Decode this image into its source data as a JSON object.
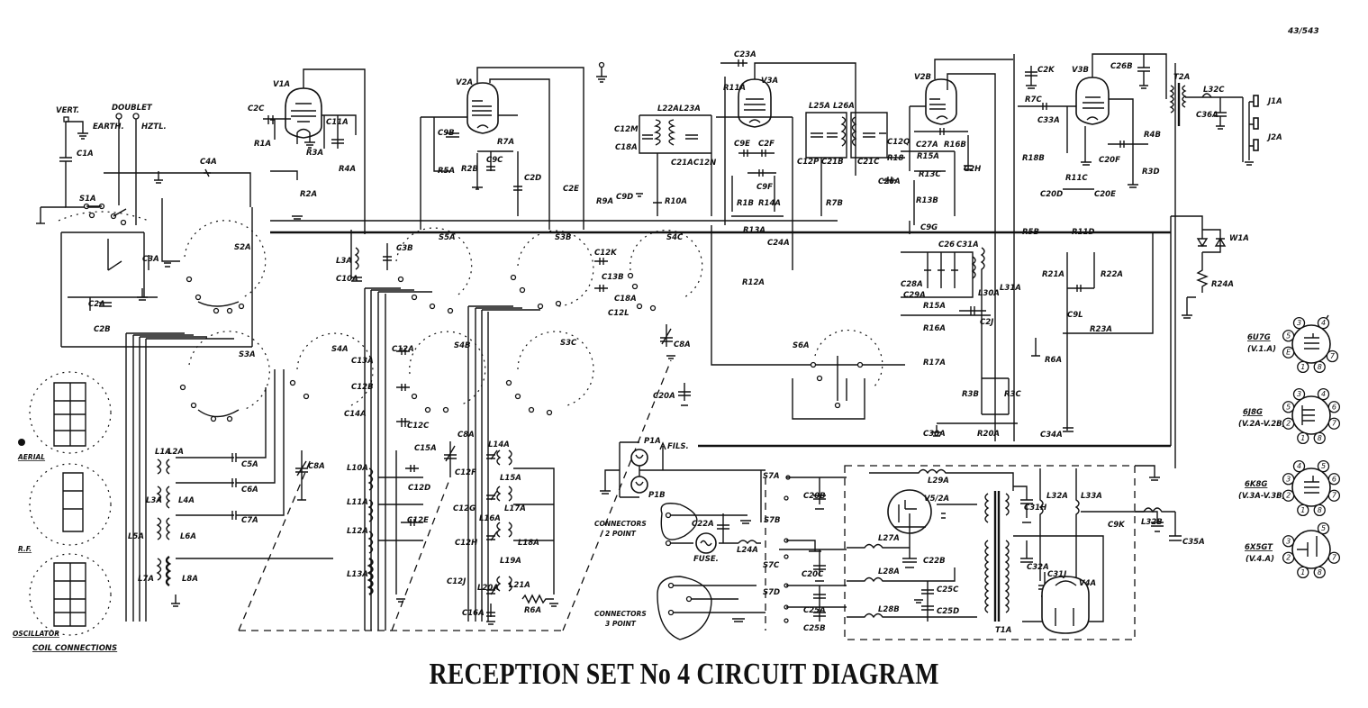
{
  "title": "RECEPTION SET No 4 CIRCUIT DIAGRAM",
  "document_number": "43/543",
  "antenna": {
    "inputs": [
      "VERT.",
      "DOUBLET",
      "EARTH.",
      "HZTL."
    ]
  },
  "valves": [
    {
      "ref": "V1A"
    },
    {
      "ref": "V2A"
    },
    {
      "ref": "V3A"
    },
    {
      "ref": "V2B"
    },
    {
      "ref": "V3B"
    },
    {
      "ref": "V4A"
    },
    {
      "ref": "V5/2A"
    }
  ],
  "switches": [
    "S1A",
    "S2A",
    "S3A",
    "S5A",
    "S3B",
    "S4C",
    "S4A",
    "S4B",
    "S3C",
    "S6A",
    "S7A",
    "S7B",
    "S7C",
    "S7D"
  ],
  "component_labels": {
    "front_end": [
      "C1A",
      "C2C",
      "R1A",
      "C4A",
      "C3A",
      "C2A",
      "C2B",
      "R3A",
      "C11A",
      "R4A",
      "R2A"
    ],
    "rf_stage": [
      "C9B",
      "R5A",
      "R2B",
      "R7A",
      "C9C",
      "C2D",
      "L3A",
      "C10A",
      "C3B"
    ],
    "if_stage": [
      "C2E",
      "R9A",
      "C9D",
      "R10A",
      "C12M",
      "C18A",
      "L22A",
      "L23A",
      "C21A",
      "C12N",
      "R11A",
      "C23A"
    ],
    "v3a_stage": [
      "C9E",
      "C2F",
      "C9F",
      "R1B",
      "R14A",
      "R13A",
      "C12P",
      "C21B",
      "L25A",
      "L26A",
      "C21C",
      "C12Q",
      "R7B",
      "C24A",
      "R12A"
    ],
    "v2b_stage": [
      "C27A",
      "R18",
      "R16B",
      "R15A",
      "R13C",
      "R13B",
      "C26A",
      "C9G",
      "C2H"
    ],
    "audio_stage": [
      "C2K",
      "R7C",
      "C33A",
      "C26B",
      "R18B",
      "R11C",
      "C20F",
      "R4B",
      "R3D",
      "C20D",
      "C20E",
      "R11D",
      "R5B"
    ],
    "output": [
      "T2A",
      "L32C",
      "C36A",
      "J1A",
      "J2A"
    ],
    "bfo_agc": [
      "C26",
      "C31A",
      "C28A",
      "C29A",
      "L30A",
      "L31A",
      "C2J",
      "R15A",
      "R16A",
      "R17A",
      "R3B",
      "R3C",
      "C30A",
      "R20A",
      "C34A",
      "R6A",
      "R21A",
      "R22A",
      "C9L",
      "R23A",
      "W1A",
      "R24A"
    ],
    "coil_block": [
      "L1A",
      "L2A",
      "C5A",
      "L3A",
      "L4A",
      "C6A",
      "L5A",
      "L6A",
      "C7A",
      "L7A",
      "L8A",
      "C8A"
    ],
    "rf_coils": [
      "C13A",
      "C12A",
      "C12B",
      "C14A",
      "C12C",
      "C15A",
      "L10A",
      "C12D",
      "L11A",
      "L12A",
      "C12E",
      "L13A",
      "C8A"
    ],
    "osc_coils": [
      "C12K",
      "C13B",
      "C18A",
      "C12L",
      "C8A",
      "C20A",
      "L14A",
      "C12F",
      "L15A",
      "C12G",
      "L17A",
      "L16A",
      "C12H",
      "L18A",
      "L19A",
      "C12J",
      "L20A",
      "L21A",
      "C16A",
      "R6A"
    ],
    "power_supply": [
      "P1A",
      "P1B",
      "FILS.",
      "C22A",
      "FUSE.",
      "L24A",
      "C20B",
      "C20C",
      "C25A",
      "C25B",
      "L27A",
      "C22B",
      "L28A",
      "L28B",
      "C25C",
      "C25D",
      "L29A",
      "C31H",
      "C31J",
      "C32A",
      "L32A",
      "L33A",
      "C9K",
      "L32B",
      "C35A",
      "T1A"
    ]
  },
  "connectors": [
    {
      "label": "CONNECTORS\n2 POINT",
      "line1": "CONNECTORS",
      "line2": "2 POINT"
    },
    {
      "label": "CONNECTORS\n3 POINT",
      "line1": "CONNECTORS",
      "line2": "3 POINT"
    }
  ],
  "coil_connections": {
    "title": "COIL CONNECTIONS",
    "groups": [
      {
        "name": "AERIAL",
        "coils": [
          "L1A",
          "L2A",
          "L3A",
          "L4A",
          "L5A",
          "L6A",
          "L7A",
          "L8A"
        ]
      },
      {
        "name": "R.F.",
        "coils": [
          "L10A",
          "L11A",
          "L12A",
          "L13A",
          "C12B",
          "C12C",
          "C12E"
        ]
      },
      {
        "name": "OSCILLATOR",
        "coils": [
          "L14A",
          "L15A",
          "L16A",
          "L17A",
          "L18A",
          "L19A",
          "L20A",
          "L21A",
          "C12K",
          "C12G",
          "C12J"
        ]
      }
    ]
  },
  "base_diagrams": [
    {
      "type": "6U7G",
      "ref": "(V.1.A)",
      "pins": [
        "3",
        "4",
        "5",
        "E",
        "1",
        "8",
        "7"
      ]
    },
    {
      "type": "6J8G",
      "ref": "(V.2A-V.2B)",
      "pins": [
        "3",
        "4",
        "5",
        "6",
        "7",
        "8",
        "1",
        "2"
      ]
    },
    {
      "type": "6K8G",
      "ref": "(V.3A-V.3B)",
      "pins": [
        "3",
        "4",
        "5",
        "6",
        "7",
        "8",
        "1",
        "2"
      ]
    },
    {
      "type": "6X5GT",
      "ref": "(V.4.A)",
      "pins": [
        "3",
        "5",
        "7",
        "8",
        "1",
        "2"
      ]
    }
  ]
}
